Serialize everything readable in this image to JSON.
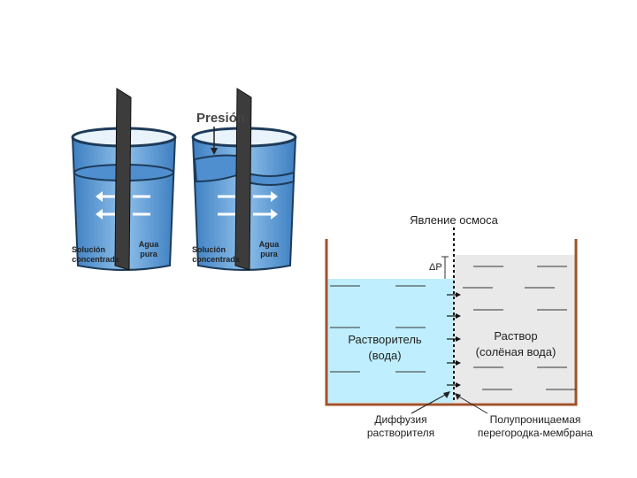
{
  "beakers": {
    "pressure_label": "Presión",
    "left": {
      "solution_label_1": "Solución",
      "solution_label_2": "concentrada",
      "water_label_1": "Agua",
      "water_label_2": "pura"
    },
    "right": {
      "solution_label_1": "Solución",
      "solution_label_2": "concentrada",
      "water_label_1": "Agua",
      "water_label_2": "pura"
    }
  },
  "osmosis": {
    "title": "Явление осмоса",
    "delta_p": "ΔP",
    "solvent_label_1": "Растворитель",
    "solvent_label_2": "(вода)",
    "solution_label_1": "Раствор",
    "solution_label_2": "(солёная вода)",
    "diffusion_label_1": "Диффузия",
    "diffusion_label_2": "растворителя",
    "membrane_label_1": "Полупроницаемая",
    "membrane_label_2": "перегородка-мембрана"
  },
  "colors": {
    "beaker_water": "#5b9bd5",
    "water_light": "#bfefff",
    "solution_gray": "#e9e9e9",
    "tank_wall": "#a0522d"
  }
}
